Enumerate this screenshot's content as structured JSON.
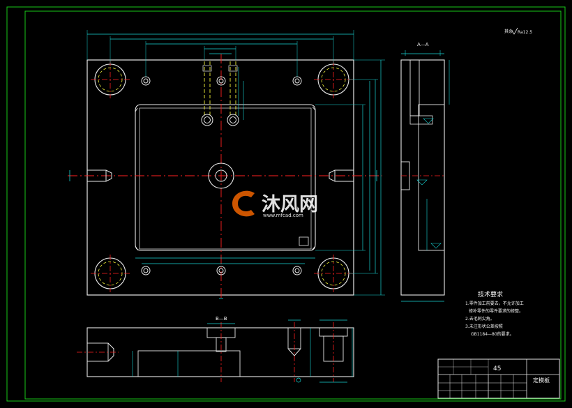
{
  "drawing": {
    "roughness_note": "其余",
    "roughness_value": "Ra12.5",
    "section_label_aa": "A—A",
    "section_label_bb": "B—B",
    "part_number": "45",
    "part_name": "定模板"
  },
  "technical_requirements": {
    "title": "技术要求",
    "items": [
      "1.零件加工前要去，不允许加工",
      "修补零件的零件要求的修整。",
      "2.去毛刺尖角。",
      "3.未注形状公差按照",
      "GB1184—80的要求。"
    ]
  },
  "watermark": {
    "brand": "沐风网",
    "url": "www.mfcad.com"
  },
  "colors": {
    "outline": "#e8e8e8",
    "frame": "#19c919",
    "dimension": "#18d6d6",
    "centerline": "#ff2020",
    "hidden": "#f4f43a"
  }
}
